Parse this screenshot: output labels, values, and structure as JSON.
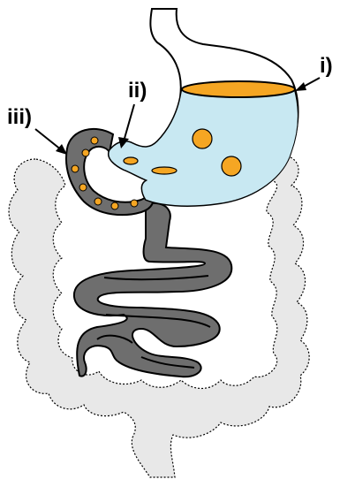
{
  "labels": {
    "i": "i)",
    "ii": "ii)",
    "iii": "iii)"
  },
  "colors": {
    "colon_fill": "#e8e8e8",
    "intestine_fill": "#6e6e6e",
    "stomach_liquid": "#c8e8f2",
    "oil": "#f5a623",
    "outline": "#000000"
  }
}
